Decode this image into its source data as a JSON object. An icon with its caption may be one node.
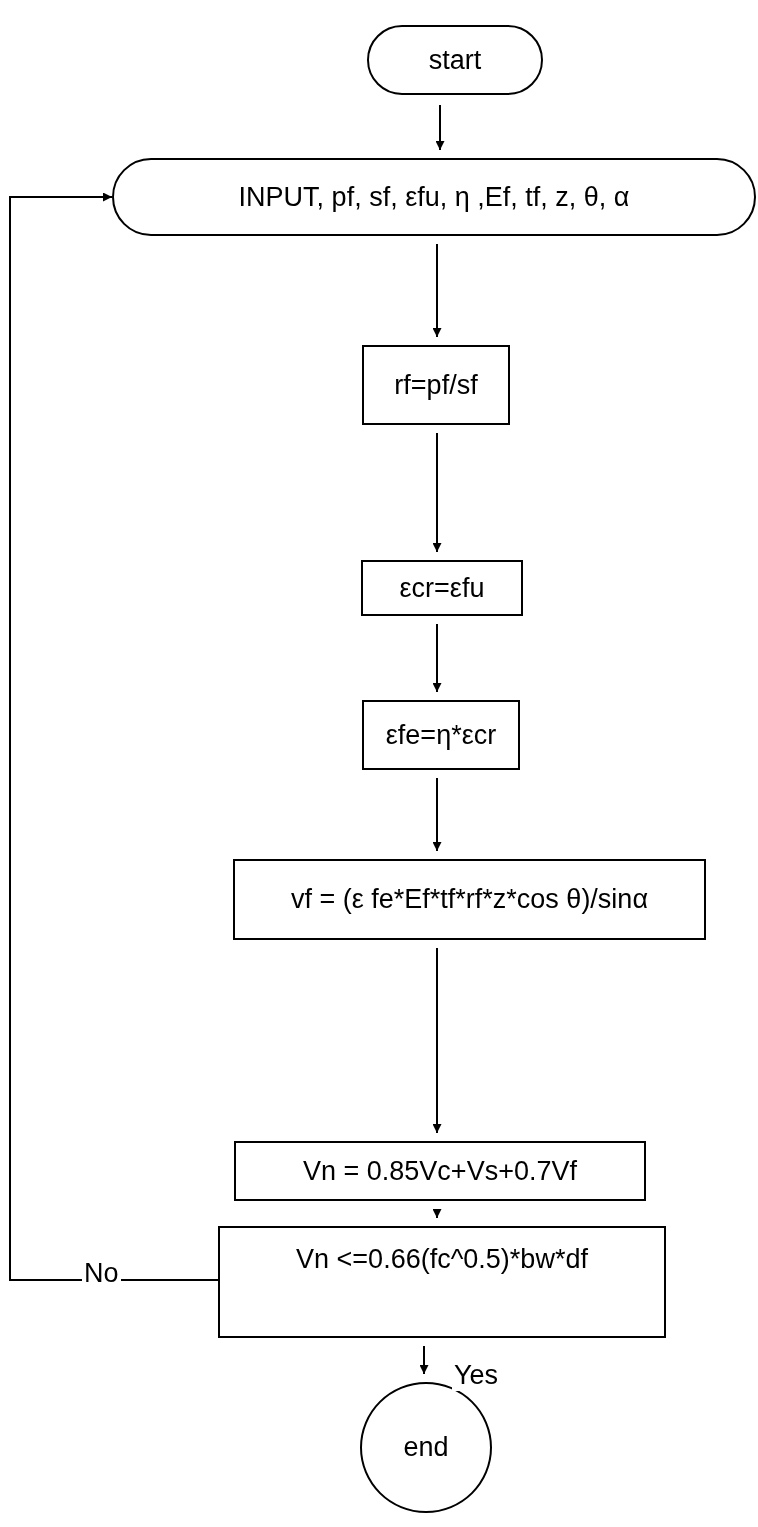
{
  "diagram": {
    "nodes": [
      {
        "text": [
          "start"
        ]
      },
      {
        "text": [
          "INPUT, pf, sf, εfu, η ,Ef, tf, z, θ, α"
        ]
      },
      {
        "text": [
          "rf=pf/sf"
        ]
      },
      {
        "text": [
          "εcr=εfu"
        ]
      },
      {
        "text": [
          "εfe=η*εcr"
        ]
      },
      {
        "text": [
          "vf = (ε fe*Ef*tf*rf*z*cos θ)/sinα"
        ]
      },
      {
        "text": [
          "Vn = 0.85Vc+Vs+0.7Vf"
        ]
      },
      {
        "text": [
          "Vn <=0.66(fc^0.5)*bw*df"
        ]
      },
      {
        "text": [
          "end"
        ]
      }
    ],
    "edges": [
      {
        "from": 0,
        "to": 1,
        "arrow": "to"
      },
      {
        "from": 1,
        "to": 2,
        "arrow": "to"
      },
      {
        "from": 2,
        "to": 3,
        "arrow": "to"
      },
      {
        "from": 3,
        "to": 4,
        "arrow": "to"
      },
      {
        "from": 4,
        "to": 5,
        "arrow": "to"
      },
      {
        "from": 5,
        "to": 6,
        "arrow": "to"
      },
      {
        "from": 6,
        "to": 7,
        "arrow": "to"
      },
      {
        "from": 7,
        "to": 8,
        "label": "Yes",
        "arrow": "to"
      },
      {
        "from": 7,
        "to": 1,
        "label": "No",
        "arrow": "to"
      }
    ]
  }
}
